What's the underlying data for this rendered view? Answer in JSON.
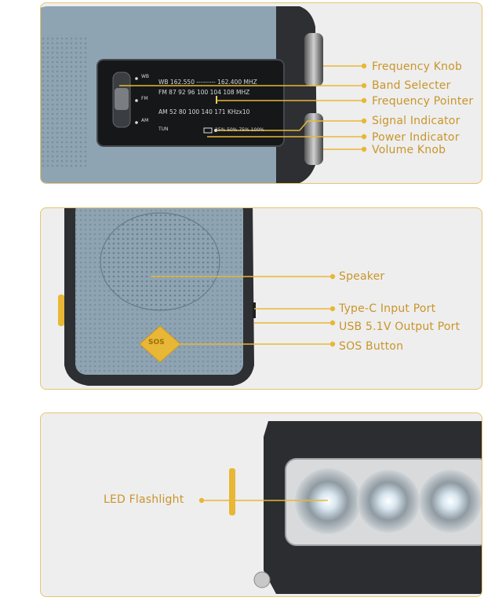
{
  "panel1": {
    "labels": {
      "frequency_knob": "Frequency Knob",
      "band_selecter": "Band Selecter",
      "frequency_pointer": "Frequency Pointer",
      "signal_indicator": "Signal Indicator",
      "power_indicator": "Power Indicator",
      "volume_knob": "Volume Knob"
    },
    "dial": {
      "band_wb": "WB",
      "band_fm": "FM",
      "band_am": "AM",
      "wb_row": "WB  162.550  ---------  162.400  MHZ",
      "fm_row": "FM  87  92  96  100  104  108  MHZ",
      "am_row": "AM  52  80  100  140  171  KHzx10",
      "tun": "TUN",
      "power_row": "25%  50%  75%  100%"
    }
  },
  "panel2": {
    "labels": {
      "speaker": "Speaker",
      "type_c_input": "Type-C Input Port",
      "usb_output": "USB 5.1V Output Port",
      "sos_button": "SOS Button"
    },
    "sos_text": "SOS"
  },
  "panel3": {
    "labels": {
      "led_flashlight": "LED Flashlight"
    }
  },
  "colors": {
    "accent": "#e8b735",
    "label_text": "#c9952a",
    "body_blue": "#8fa4b3",
    "frame_dark": "#2d2f33"
  }
}
